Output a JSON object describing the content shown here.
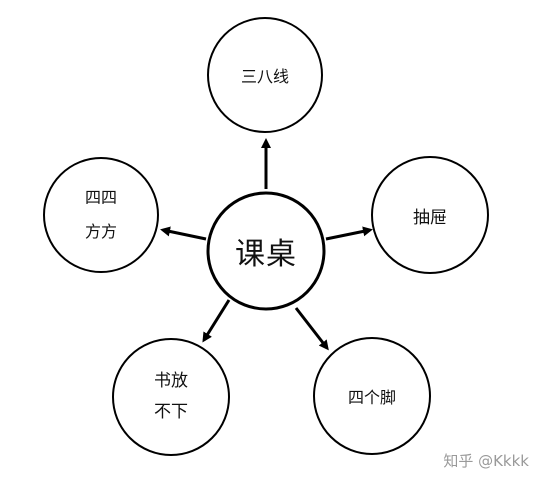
{
  "nodes": {
    "center": {
      "label": "课桌"
    },
    "top": {
      "label": "三八线"
    },
    "left": {
      "lines": [
        "四四",
        "方方"
      ]
    },
    "right": {
      "label": "抽屉"
    },
    "bottom_left": {
      "lines": [
        "书放",
        "不下"
      ]
    },
    "bottom_right": {
      "label": "四个脚"
    }
  },
  "watermark": "知乎 @Kkkk",
  "colors": {
    "stroke": "#000000",
    "text": "#111111",
    "watermark": "#9a9a9a",
    "background": "#ffffff"
  }
}
